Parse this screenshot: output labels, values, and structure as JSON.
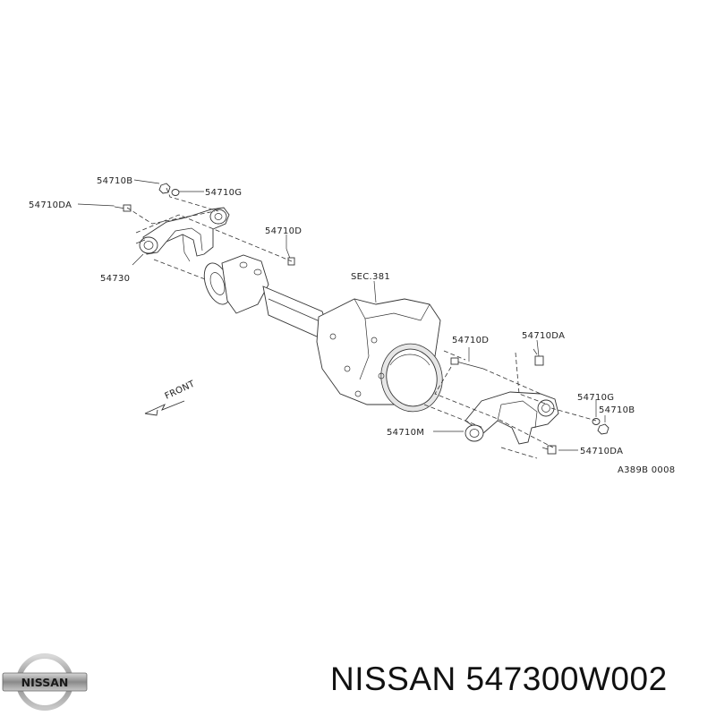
{
  "diagram": {
    "labels": {
      "left_b": "54710B",
      "left_g": "54710G",
      "left_da": "54710DA",
      "left_d": "54710D",
      "left_mount": "54730",
      "section": "SEC.381",
      "right_d": "54710D",
      "right_da_top": "54710DA",
      "right_g": "54710G",
      "right_b": "54710B",
      "right_m": "54710M",
      "right_da_bottom": "54710DA",
      "drawing_code": "A389B 0008",
      "front": "FRONT"
    }
  },
  "footer": {
    "logo_text": "NISSAN",
    "brand_part": "NISSAN 547300W002"
  }
}
